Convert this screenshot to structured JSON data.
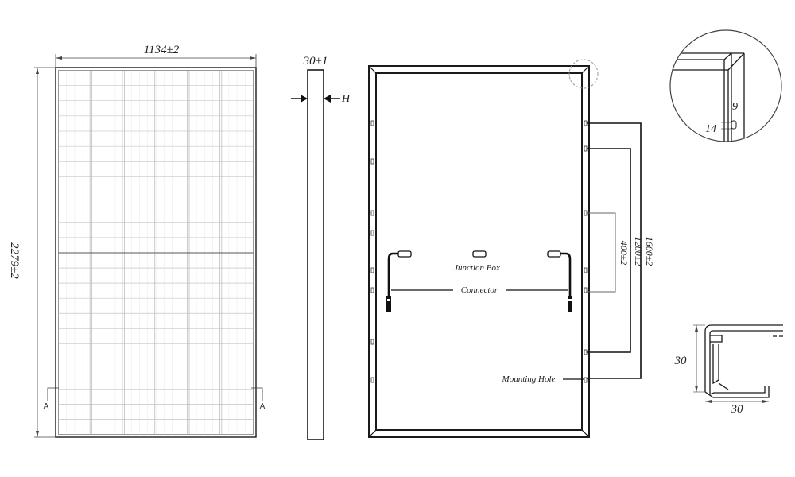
{
  "front_view": {
    "width_dim": "1134±2",
    "height_dim": "2279±2",
    "section_mark_left": "A",
    "section_mark_right": "A"
  },
  "side_view": {
    "thickness_dim": "30±1",
    "h_label": "H"
  },
  "back_view": {
    "dim_400": "400±2",
    "dim_1200": "1200±2",
    "dim_1600": "1600±2",
    "junction_box_label": "Junction Box",
    "connector_label": "Connector",
    "mounting_hole_label": "Mounting Hole"
  },
  "corner_detail": {
    "dim_9": "9",
    "dim_14": "14"
  },
  "frame_section": {
    "dim_height": "30",
    "dim_width": "30"
  },
  "colors": {
    "line": "#1a1a1a",
    "cell_line": "#b8b8b8",
    "detail_circle": "#999999"
  }
}
